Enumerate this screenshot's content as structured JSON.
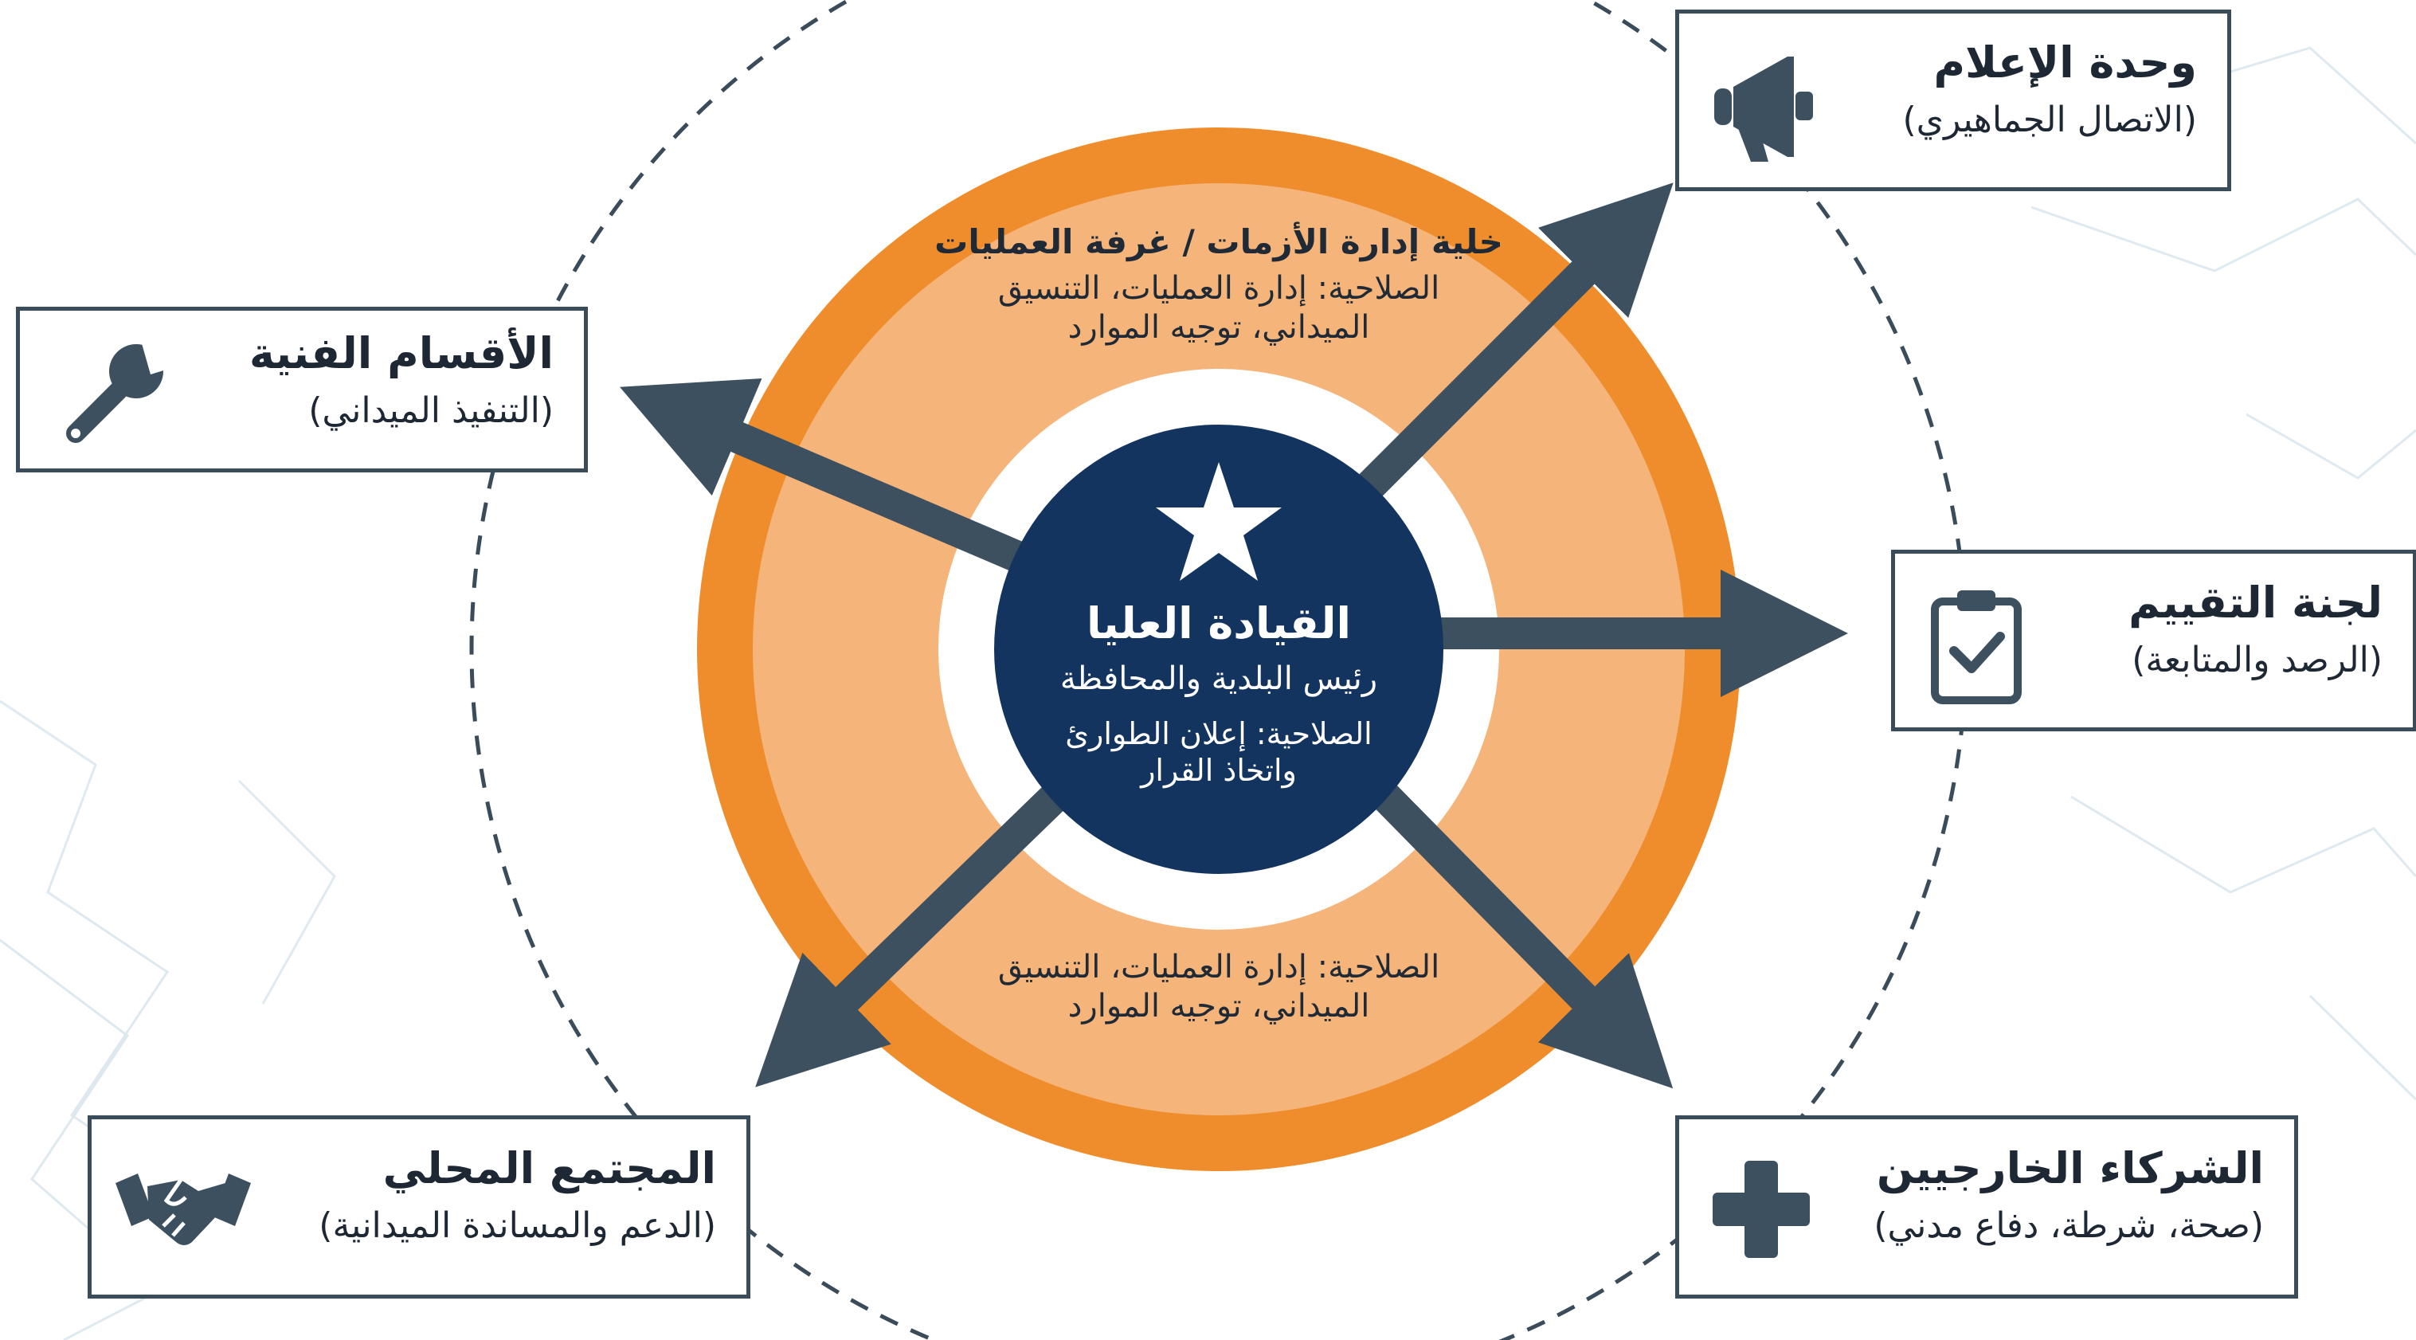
{
  "colors": {
    "navy": "#143460",
    "orange": "#ef8d2c",
    "light_orange": "#f5b57a",
    "slate": "#3d5060",
    "box_border": "#3a4b59"
  },
  "core": {
    "icon": "star-icon",
    "title": "القيادة العليا",
    "subtitle": "رئيس البلدية والمحافظة",
    "authority_line1": "الصلاحية: إعلان الطوارئ",
    "authority_line2": "واتخاذ القرار"
  },
  "ring": {
    "title": "خلية إدارة الأزمات / غرفة العمليات",
    "authority_top_line1": "الصلاحية: إدارة العمليات، التنسيق",
    "authority_top_line2": "الميداني، توجيه الموارد",
    "authority_bottom_line1": "الصلاحية: إدارة العمليات، التنسيق",
    "authority_bottom_line2": "الميداني، توجيه الموارد"
  },
  "units": {
    "media": {
      "title": "وحدة الإعلام",
      "subtitle": "(الاتصال الجماهيري)",
      "icon": "megaphone-icon"
    },
    "technical": {
      "title": "الأقسام الفنية",
      "subtitle": "(التنفيذ الميداني)",
      "icon": "wrench-icon"
    },
    "evaluation": {
      "title": "لجنة التقييم",
      "subtitle": "(الرصد والمتابعة)",
      "icon": "clipboard-check-icon"
    },
    "community": {
      "title": "المجتمع المحلي",
      "subtitle": "(الدعم والمساندة الميدانية)",
      "icon": "handshake-icon"
    },
    "partners": {
      "title": "الشركاء الخارجيين",
      "subtitle": "(صحة، شرطة، دفاع مدني)",
      "icon": "medical-cross-icon"
    }
  }
}
